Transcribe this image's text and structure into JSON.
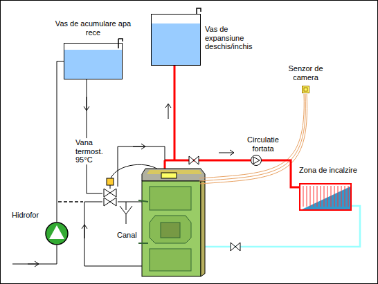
{
  "diagram": {
    "nodes": [
      {
        "text": [
          "Vas de expansiune deschis/inchis"
        ]
      },
      {
        "text": [
          "Vas de acumulare apa rece"
        ]
      },
      {
        "text": [
          "Senzor de camera"
        ]
      },
      {
        "text": [
          "Circulatie fortata"
        ]
      },
      {
        "text": [
          "Zona de incalzire"
        ]
      },
      {
        "text": [
          "Hidrofor"
        ]
      }
    ],
    "edges": [
      {
        "from": 5,
        "to": 1,
        "arrow": "none"
      },
      {
        "from": 3,
        "to": 4,
        "arrow": "none"
      }
    ],
    "labels": [
      "Vana termost. 95°C",
      "Canal"
    ]
  }
}
